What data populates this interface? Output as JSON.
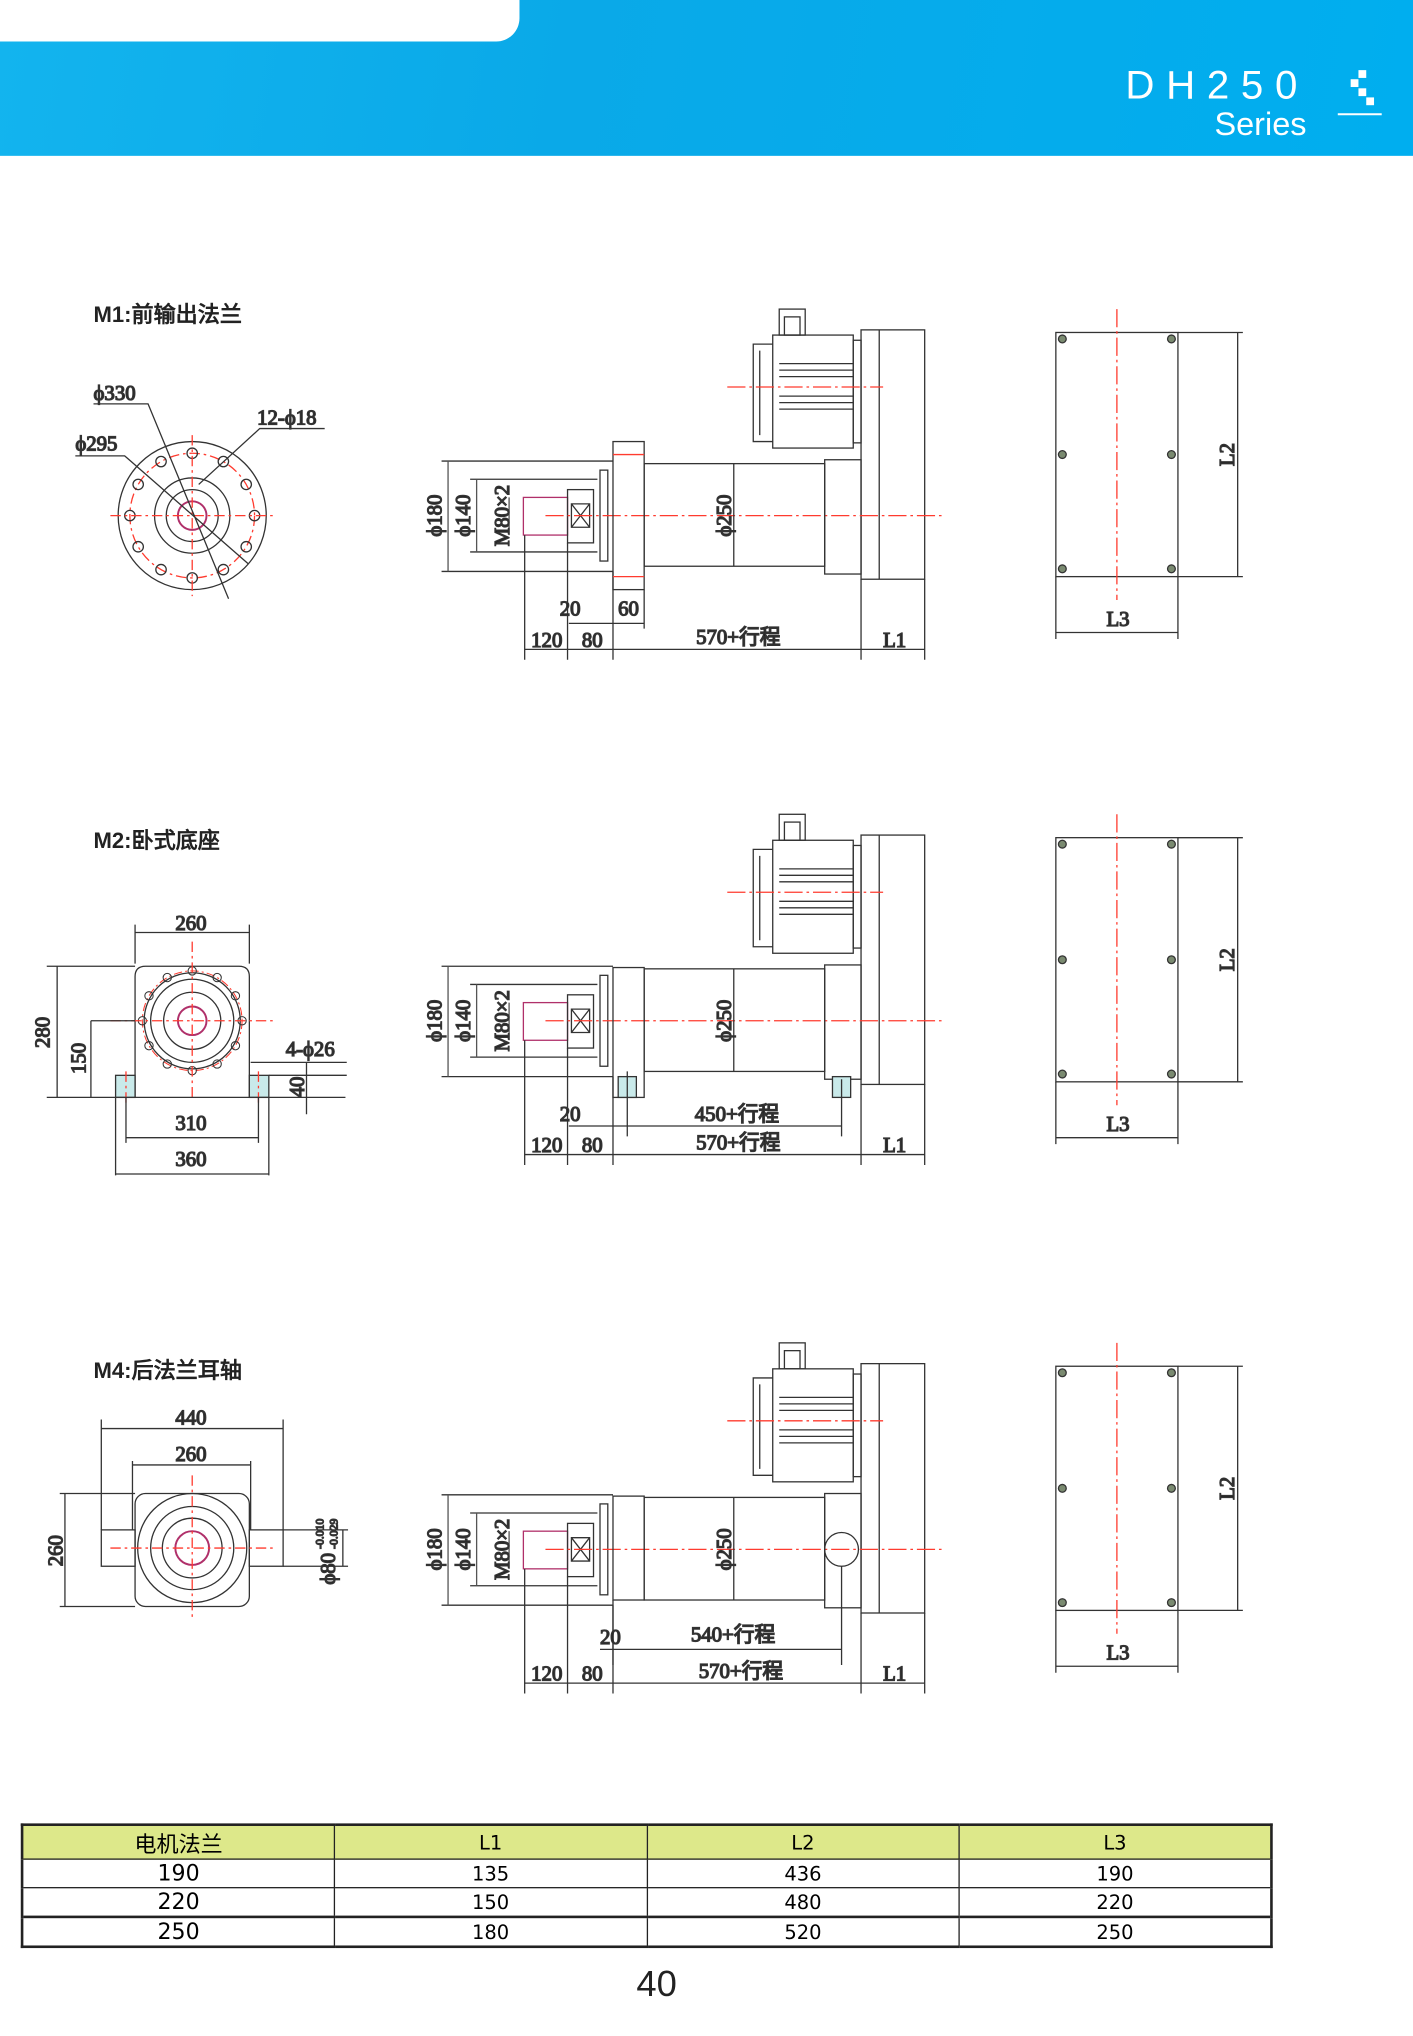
{
  "header": {
    "title": "DH250",
    "subtitle": "Series"
  },
  "sections": [
    {
      "heading": "M1:前输出法兰",
      "left_view": {
        "d_outer": "ϕ330",
        "d_bolt": "ϕ295",
        "holes": "12-ϕ18"
      },
      "side_view": {
        "d180": "ϕ180",
        "d140": "ϕ140",
        "thread": "M80×2",
        "d250": "ϕ250",
        "dim20": "20",
        "dim60": "60",
        "dim120": "120",
        "dim80": "80",
        "stroke": "570+行程",
        "l1": "L1"
      },
      "end_view": {
        "l2": "L2",
        "l3": "L3"
      }
    },
    {
      "heading": "M2:卧式底座",
      "left_view": {
        "w260": "260",
        "h280": "280",
        "h150": "150",
        "holes": "4-ϕ26",
        "h40": "40",
        "w310": "310",
        "w360": "360"
      },
      "side_view": {
        "d180": "ϕ180",
        "d140": "ϕ140",
        "thread": "M80×2",
        "d250": "ϕ250",
        "dim20": "20",
        "mount": "450+行程",
        "dim120": "120",
        "dim80": "80",
        "stroke": "570+行程",
        "l1": "L1"
      },
      "end_view": {
        "l2": "L2",
        "l3": "L3"
      }
    },
    {
      "heading": "M4:后法兰耳轴",
      "left_view": {
        "w440": "440",
        "w260": "260",
        "h260": "260",
        "shaft": "ϕ80",
        "tol_upper": "-0.010",
        "tol_lower": "-0.029"
      },
      "side_view": {
        "d180": "ϕ180",
        "d140": "ϕ140",
        "thread": "M80×2",
        "d250": "ϕ250",
        "dim20": "20",
        "mount": "540+行程",
        "dim120": "120",
        "dim80": "80",
        "stroke": "570+行程",
        "l1": "L1"
      },
      "end_view": {
        "l2": "L2",
        "l3": "L3"
      }
    }
  ],
  "table": {
    "headers": [
      "电机法兰",
      "L1",
      "L2",
      "L3"
    ],
    "rows": [
      [
        "190",
        "135",
        "436",
        "190"
      ],
      [
        "220",
        "150",
        "480",
        "220"
      ],
      [
        "250",
        "180",
        "520",
        "250"
      ]
    ]
  },
  "page_number": "40",
  "colors": {
    "brand": "#00aeef",
    "table_header": "#dde88a",
    "centerline": "#ff3b2f"
  }
}
